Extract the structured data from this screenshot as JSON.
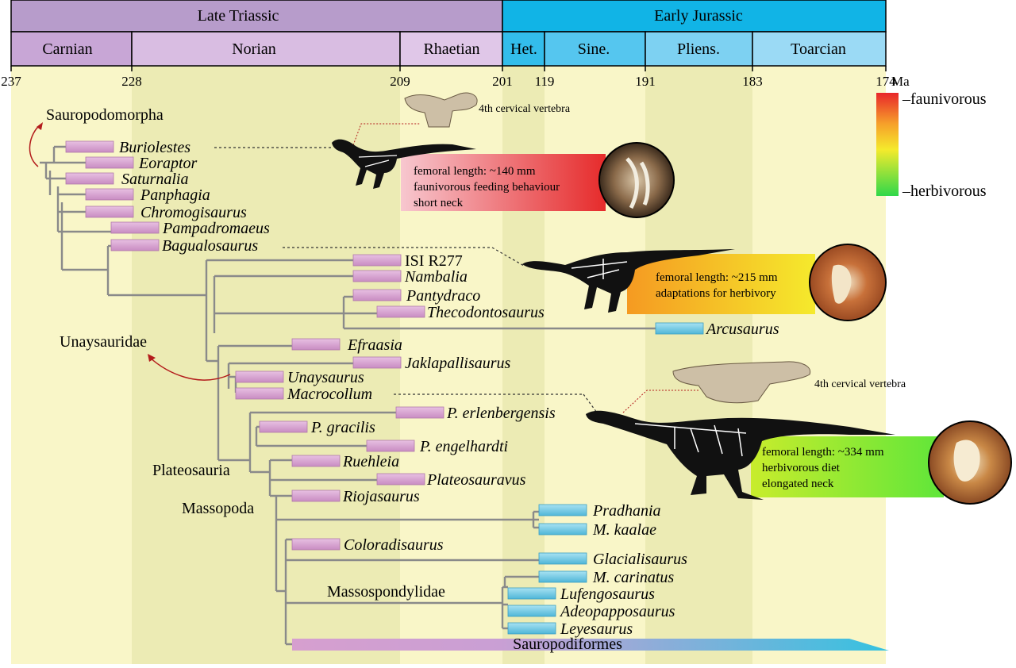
{
  "periods": [
    {
      "label": "Late Triassic",
      "color": "#b79ccb"
    },
    {
      "label": "Early Jurassic",
      "color": "#11b4e6"
    }
  ],
  "stages": [
    {
      "label": "Carnian",
      "color": "#c8a6d6"
    },
    {
      "label": "Norian",
      "color": "#d9bde2"
    },
    {
      "label": "Rhaetian",
      "color": "#e0c7e8"
    },
    {
      "label": "Het.",
      "color": "#33bdeb"
    },
    {
      "label": "Sine.",
      "color": "#55c6ef"
    },
    {
      "label": "Pliens.",
      "color": "#7dd1f2"
    },
    {
      "label": "Toarcian",
      "color": "#9bdaf5"
    }
  ],
  "time_ticks": [
    "237",
    "228",
    "209",
    "201",
    "119",
    "191",
    "183",
    "174"
  ],
  "unit": "Ma",
  "clades": {
    "sauropodomorpha": "Sauropodomorpha",
    "unaysauridae": "Unaysauridae",
    "plateosauria": "Plateosauria",
    "massopoda": "Massopoda",
    "massospondylidae": "Massospondylidae",
    "sauropodiformes": "Sauropodiformes"
  },
  "taxa": [
    {
      "name": "Buriolestes",
      "italic": true,
      "era": "triassic"
    },
    {
      "name": "Eoraptor",
      "italic": true,
      "era": "triassic"
    },
    {
      "name": "Saturnalia",
      "italic": true,
      "era": "triassic"
    },
    {
      "name": "Panphagia",
      "italic": true,
      "era": "triassic"
    },
    {
      "name": "Chromogisaurus",
      "italic": true,
      "era": "triassic"
    },
    {
      "name": "Pampadromaeus",
      "italic": true,
      "era": "triassic"
    },
    {
      "name": "Bagualosaurus",
      "italic": true,
      "era": "triassic"
    },
    {
      "name": "ISI R277",
      "italic": false,
      "era": "triassic"
    },
    {
      "name": "Nambalia",
      "italic": true,
      "era": "triassic"
    },
    {
      "name": "Pantydraco",
      "italic": true,
      "era": "triassic"
    },
    {
      "name": "Thecodontosaurus",
      "italic": true,
      "era": "triassic"
    },
    {
      "name": "Arcusaurus",
      "italic": true,
      "era": "jurassic"
    },
    {
      "name": "Efraasia",
      "italic": true,
      "era": "triassic"
    },
    {
      "name": "Jaklapallisaurus",
      "italic": true,
      "era": "triassic"
    },
    {
      "name": "Unaysaurus",
      "italic": true,
      "era": "triassic"
    },
    {
      "name": "Macrocollum",
      "italic": true,
      "era": "triassic"
    },
    {
      "name": "P. erlenbergensis",
      "italic": true,
      "era": "triassic"
    },
    {
      "name": "P. gracilis",
      "italic": true,
      "era": "triassic"
    },
    {
      "name": "P. engelhardti",
      "italic": true,
      "era": "triassic"
    },
    {
      "name": "Ruehleia",
      "italic": true,
      "era": "triassic"
    },
    {
      "name": "Plateosauravus",
      "italic": true,
      "era": "triassic"
    },
    {
      "name": "Riojasaurus",
      "italic": true,
      "era": "triassic"
    },
    {
      "name": "Pradhania",
      "italic": true,
      "era": "jurassic"
    },
    {
      "name": "M. kaalae",
      "italic": true,
      "era": "jurassic"
    },
    {
      "name": "Coloradisaurus",
      "italic": true,
      "era": "triassic"
    },
    {
      "name": "Glacialisaurus",
      "italic": true,
      "era": "jurassic"
    },
    {
      "name": "M. carinatus",
      "italic": true,
      "era": "jurassic"
    },
    {
      "name": "Lufengosaurus",
      "italic": true,
      "era": "jurassic"
    },
    {
      "name": "Adeopapposaurus",
      "italic": true,
      "era": "jurassic"
    },
    {
      "name": "Leyesaurus",
      "italic": true,
      "era": "jurassic"
    }
  ],
  "legend": {
    "top": "–faunivorous",
    "bottom": "–herbivorous",
    "colors": [
      "#e8262a",
      "#f6a02a",
      "#f5ea2c",
      "#7ee73a",
      "#2fd84a"
    ]
  },
  "annotations": {
    "vertebra_top": "4th cervical vertebra",
    "vertebra_bottom": "4th cervical vertebra",
    "buriolestes": [
      "femoral length: ~140 mm",
      "faunivorous feeding behaviour",
      "short neck"
    ],
    "bagualosaurus": [
      "femoral length: ~215 mm",
      "adaptations for herbivory"
    ],
    "macrocollum": [
      "femoral length: ~334 mm",
      "herbivorous diet",
      "elongated neck"
    ]
  },
  "colors": {
    "triassic_bar": "#d69fcf",
    "jurassic_bar": "#6cc7e3",
    "band_light": "#f9f6c8",
    "band_dark": "#ecebb4",
    "tree_line": "#8a8a8a"
  }
}
